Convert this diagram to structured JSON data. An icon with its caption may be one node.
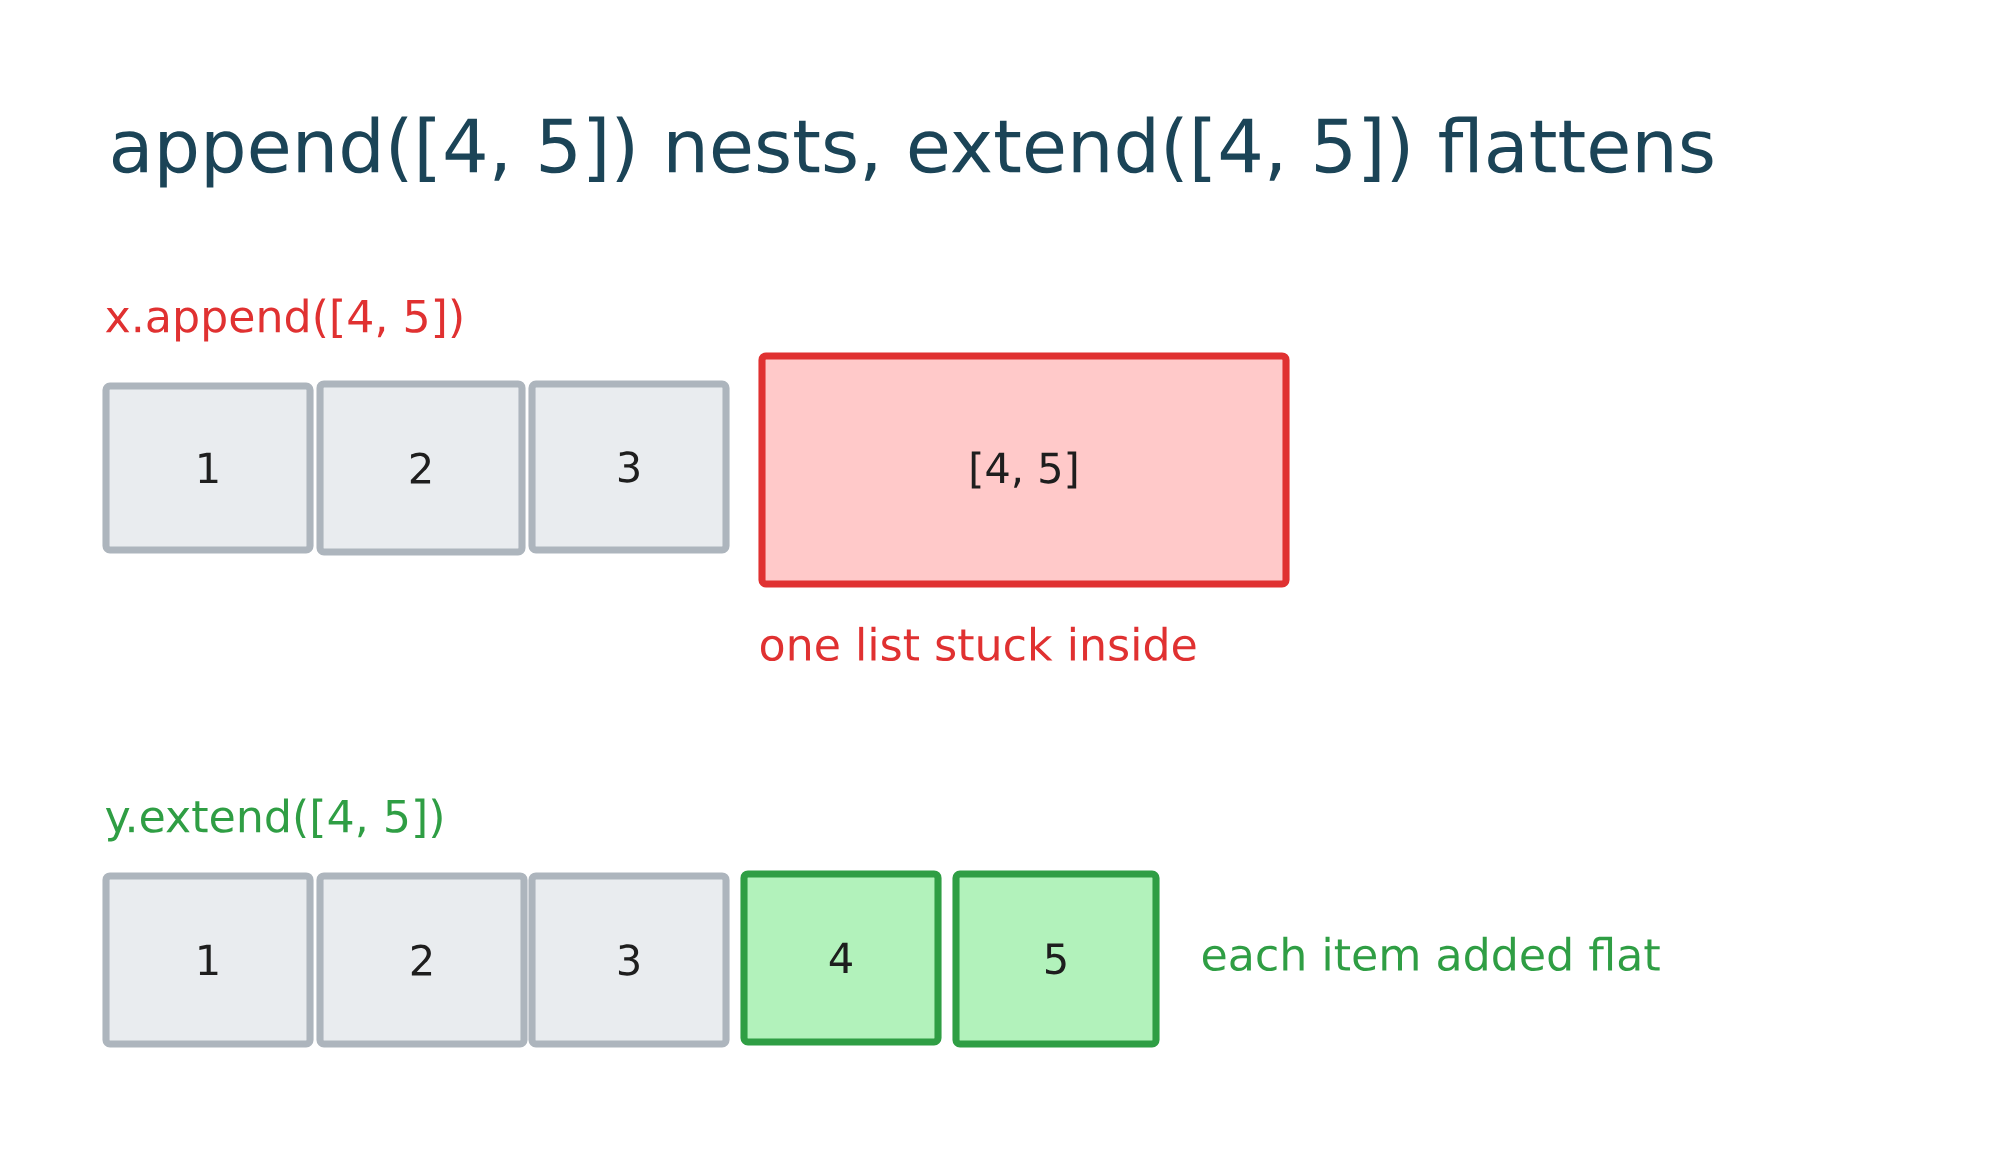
{
  "diagram": {
    "title": "append([4, 5]) nests, extend([4, 5]) flattens",
    "nodes": [
      {
        "text": [
          "1"
        ]
      },
      {
        "text": [
          "2"
        ]
      },
      {
        "text": [
          "3"
        ]
      },
      {
        "text": [
          "[4, 5]"
        ]
      },
      {
        "text": [
          "1"
        ]
      },
      {
        "text": [
          "2"
        ]
      },
      {
        "text": [
          "3"
        ]
      },
      {
        "text": [
          "4"
        ]
      },
      {
        "text": [
          "5"
        ]
      }
    ],
    "labels": [
      "x.append([4, 5])",
      "one list stuck inside",
      "y.extend([4, 5])",
      "each item added flat"
    ]
  }
}
